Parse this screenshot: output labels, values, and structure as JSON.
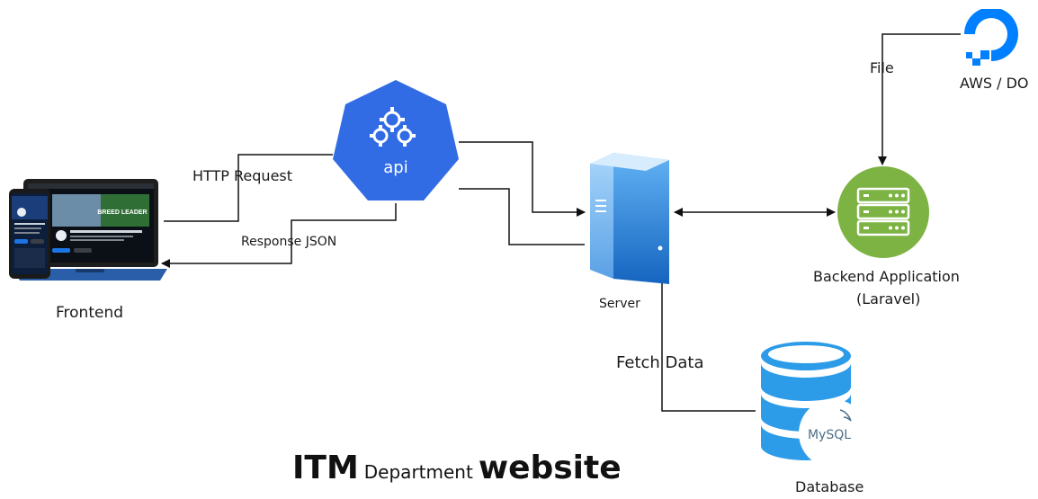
{
  "nodes": {
    "frontend": "Frontend",
    "server": "Server",
    "backend_line1": "Backend Application",
    "backend_line2": "(Laravel)",
    "storage": "AWS / DO",
    "database": "Database",
    "api_icon_text": "api",
    "mysql_logo_text": "MySQL"
  },
  "edges": {
    "http_request": "HTTP Request",
    "response_json": "Response JSON",
    "fetch_data": "Fetch Data",
    "file": "File"
  },
  "title": {
    "part1": "ITM",
    "part2": "Department",
    "part3": "website"
  },
  "laptop_screen": {
    "banner_text": "BREED LEADER",
    "club_name": "ITM CLUB - Information Technology & Management Club, BSC"
  },
  "colors": {
    "api_blue": "#326ce5",
    "server_blue": "#1e88e5",
    "backend_green": "#7cb342",
    "database_blue": "#2c9be8",
    "do_blue": "#0080ff"
  }
}
